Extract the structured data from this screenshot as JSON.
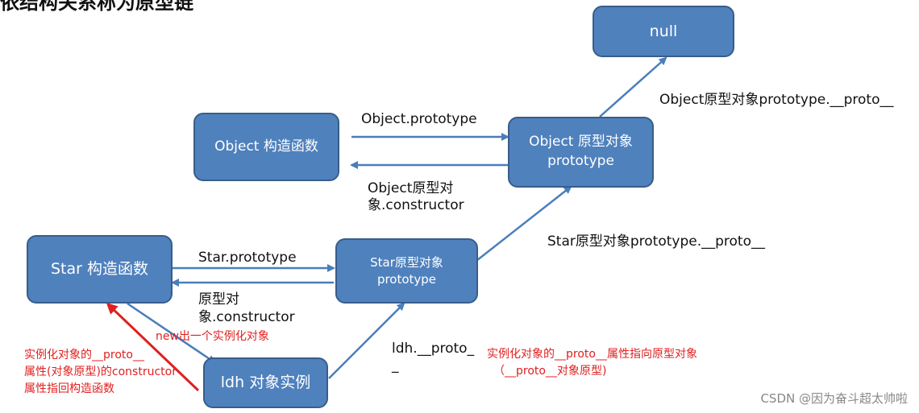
{
  "title": "依结构关系称为原型链",
  "nodes": {
    "null_node": "null",
    "object_constructor": "Object 构造函数",
    "object_prototype": [
      "Object 原型对象",
      "prototype"
    ],
    "star_constructor": "Star 构造函数",
    "star_prototype": [
      "Star原型对象",
      "prototype"
    ],
    "ldh_instance": "ldh 对象实例"
  },
  "labels": {
    "object_proto_to_null": "Object原型对象prototype.__proto__",
    "object_prototype": "Object.prototype",
    "object_constructor": [
      "Object原型对",
      "象.constructor"
    ],
    "star_proto_to_object": "Star原型对象prototype.__proto__",
    "star_prototype": "Star.prototype",
    "star_constructor": [
      "原型对",
      "象.constructor"
    ],
    "new_instance": "new出一个实例化对象",
    "ldh_proto": [
      "ldh.__proto_",
      "_"
    ],
    "instance_constructor": [
      "实例化对象的__proto__",
      "属性(对象原型)的constructor",
      "属性指回构造函数"
    ],
    "instance_proto_points": [
      "实例化对象的__proto__属性指向原型对象",
      "（__proto__对象原型)"
    ]
  },
  "watermark": "CSDN @因为奋斗超太帅啦",
  "colors": {
    "node_fill": "#4f81bd",
    "node_border": "#385d8a",
    "arrow_blue": "#4a7ebb",
    "arrow_red": "#e02020"
  }
}
